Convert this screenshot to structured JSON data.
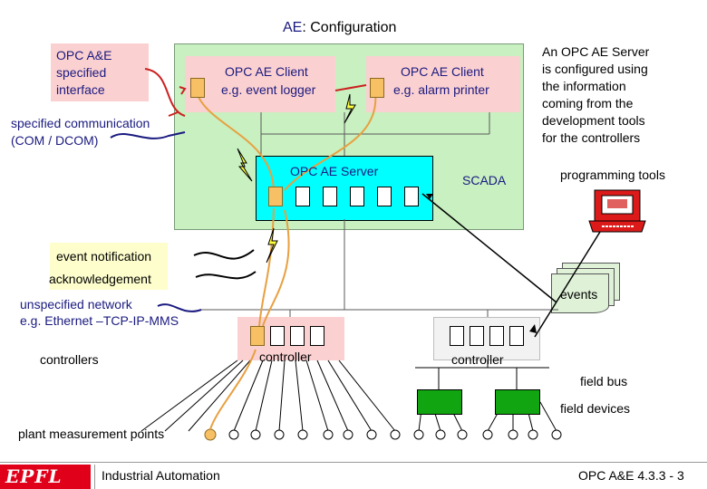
{
  "title": {
    "prefix": "AE",
    "rest": ": Configuration"
  },
  "opc_ae_spec": {
    "line1": "OPC A&E",
    "line2": "specified",
    "line3": "interface"
  },
  "client_logger": {
    "line1": "OPC AE Client",
    "line2": "e.g. event logger"
  },
  "client_alarm": {
    "line1": "OPC AE Client",
    "line2": "e.g. alarm printer"
  },
  "note": {
    "line1": "An OPC AE Server",
    "line2": "is configured using",
    "line3": "the information",
    "line4": "coming from the",
    "line5": "development tools",
    "line6": "for the controllers"
  },
  "specified_comm": {
    "line1": "specified  communication",
    "line2": "(COM / DCOM)"
  },
  "server_label": "OPC AE Server",
  "scada_label": "SCADA",
  "programming_tools": "programming tools",
  "event_notification": "event notification",
  "acknowledgement": "acknowledgement",
  "events_label": "events",
  "unspecified_network": {
    "line1": "unspecified network",
    "line2": "e.g. Ethernet –TCP-IP-MMS"
  },
  "controllers_label": "controllers",
  "controller1": "controller",
  "controller2": "controller",
  "field_bus": "field bus",
  "field_devices": "field devices",
  "plant_points": "plant measurement points",
  "footer": {
    "logo": "EPFL",
    "center": "Industrial Automation",
    "right": "OPC A&E 4.3.3 - 3"
  },
  "colors": {
    "accent_navy": "#1a1a80",
    "panel_green": "#c8f0c0",
    "server_cyan": "#00ffff",
    "pink": "#fbd0d0",
    "orange": "#f7c065",
    "red_cable": "#cc2020",
    "field_green": "#11a611"
  }
}
